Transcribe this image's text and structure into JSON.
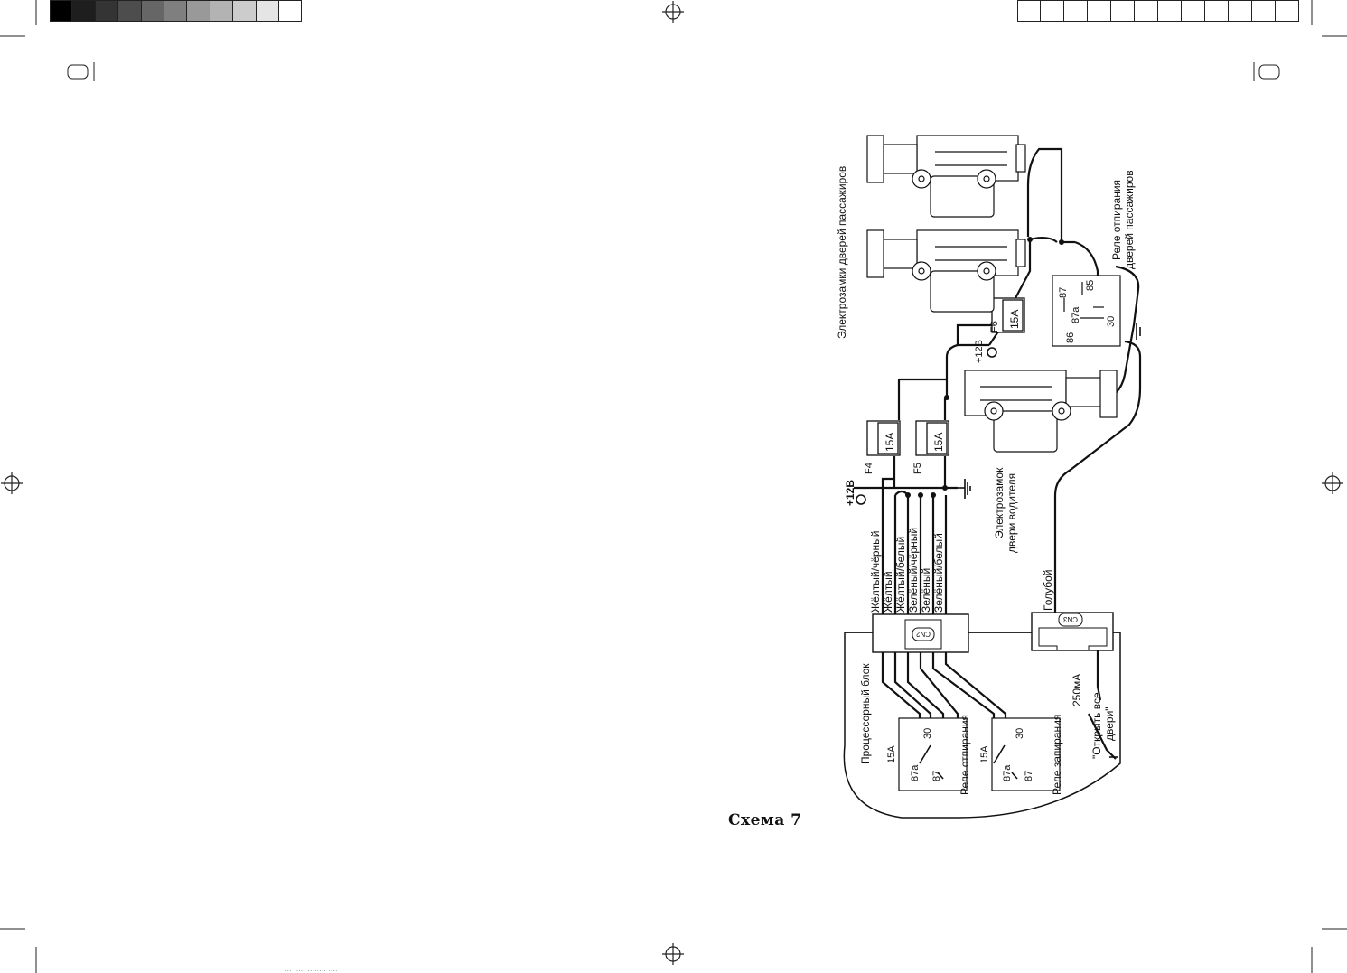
{
  "caption": "Схема 7",
  "footer": "... ..... ........ ....",
  "grayscale": [
    "#000000",
    "#1e1e1e",
    "#343434",
    "#4d4d4d",
    "#666666",
    "#7f7f7f",
    "#999999",
    "#b3b3b3",
    "#cccccc",
    "#e5e5e5",
    "#ffffff"
  ],
  "tick_cells": 12,
  "labels": {
    "passenger_locks": "Электрозамки дверей пассажиров",
    "passenger_relay_line1": "Реле отпирания",
    "passenger_relay_line2": "дверей пассажиров",
    "driver_lock_line1": "Электрозамок",
    "driver_lock_line2": "двери водителя",
    "processor_block": "Процессорный блок",
    "unlock_relay": "Реле отпирания",
    "lock_relay": "Реле запирания",
    "open_all_line1": "\"Открыть все",
    "open_all_line2": "двери\"",
    "current": "250мА",
    "plus12_a": "+12В",
    "plus12_b": "+12В",
    "fuse_f4": "F4",
    "fuse_f5": "F5",
    "fuse_f6": "F6",
    "fuse_rating": "15A",
    "relay_rating": "15A",
    "cn2": "CN2",
    "cn3": "CN3",
    "pin_87": "87",
    "pin_87a": "87a",
    "pin_85": "85",
    "pin_86": "86",
    "pin_30": "30"
  },
  "wires": [
    "Жёлтый/чёрный",
    "Жёлтый",
    "Жёлтый/белый",
    "Зелёный/чёрный",
    "Зелёный",
    "Зелёный/белый",
    "Голубой"
  ]
}
